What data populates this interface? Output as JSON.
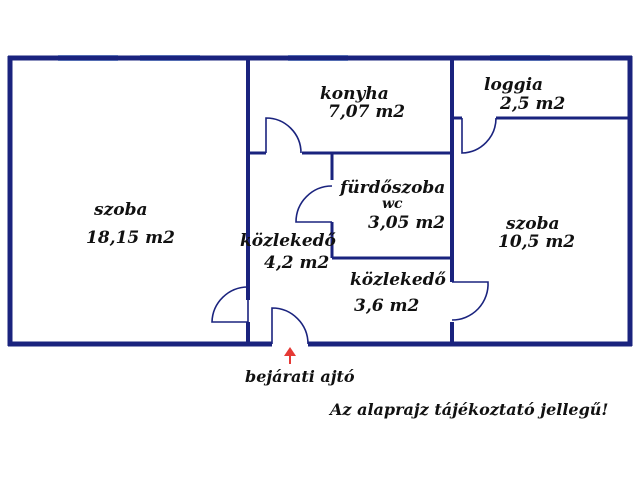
{
  "rooms": {
    "konyha": {
      "name": "konyha",
      "area": "7,07 m2"
    },
    "loggia": {
      "name": "loggia",
      "area": "2,5 m2"
    },
    "szoba_left": {
      "name": "szoba",
      "area": "18,15 m2"
    },
    "furdoszoba": {
      "name": "fürdőszoba",
      "sub": "wc",
      "area": "3,05 m2"
    },
    "szoba_right": {
      "name": "szoba",
      "area": "10,5 m2"
    },
    "kozlekedo_1": {
      "name": "közlekedő",
      "area": "4,2 m2"
    },
    "kozlekedo_2": {
      "name": "közlekedő",
      "area": "3,6 m2"
    }
  },
  "entrance": {
    "label": "bejárati ajtó"
  },
  "disclaimer": "Az alaprajz tájékoztató jellegű!",
  "colors": {
    "wall": "#1a237e",
    "window": "#8fb4e6",
    "door_arc": "#1a237e",
    "entrance_arrow": "#e53935"
  }
}
